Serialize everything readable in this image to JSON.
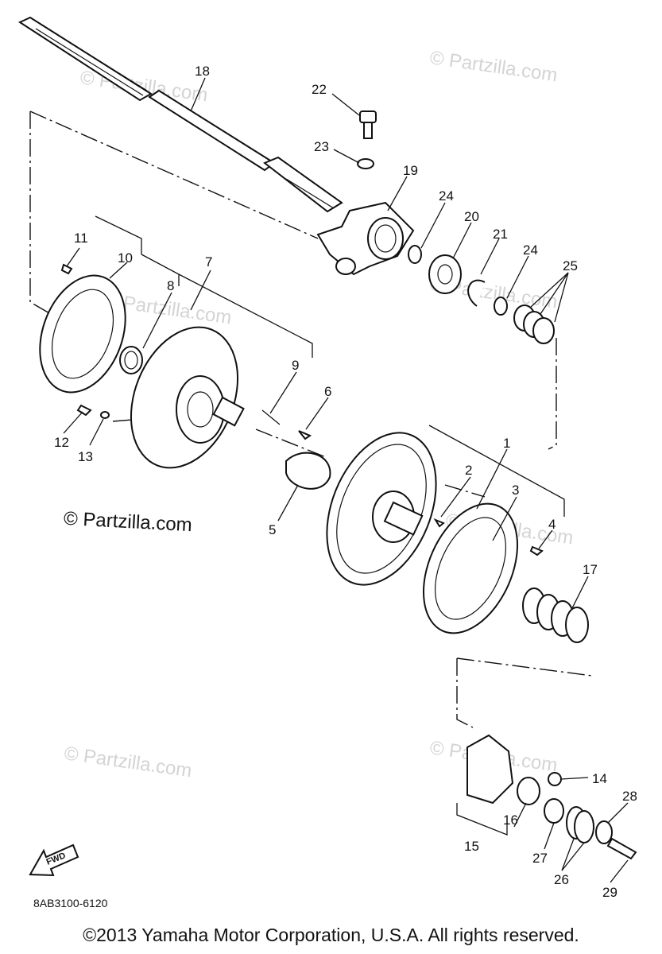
{
  "watermark_faint": "© Partzilla.com",
  "watermark_main": "© Partzilla.com",
  "diagram_code": "8AB3100-6120",
  "copyright": "©2013  Yamaha Motor Corporation, U.S.A. All rights reserved.",
  "fwd_label": "FWD",
  "callouts": {
    "p1": "1",
    "p2": "2",
    "p3": "3",
    "p4": "4",
    "p5": "5",
    "p6": "6",
    "p7": "7",
    "p8": "8",
    "p9": "9",
    "p10": "10",
    "p11": "11",
    "p12": "12",
    "p13": "13",
    "p14": "14",
    "p15": "15",
    "p16": "16",
    "p17": "17",
    "p18": "18",
    "p19": "19",
    "p20": "20",
    "p21": "21",
    "p22": "22",
    "p23": "23",
    "p24a": "24",
    "p24b": "24",
    "p25": "25",
    "p26": "26",
    "p27": "27",
    "p28": "28",
    "p29": "29"
  }
}
